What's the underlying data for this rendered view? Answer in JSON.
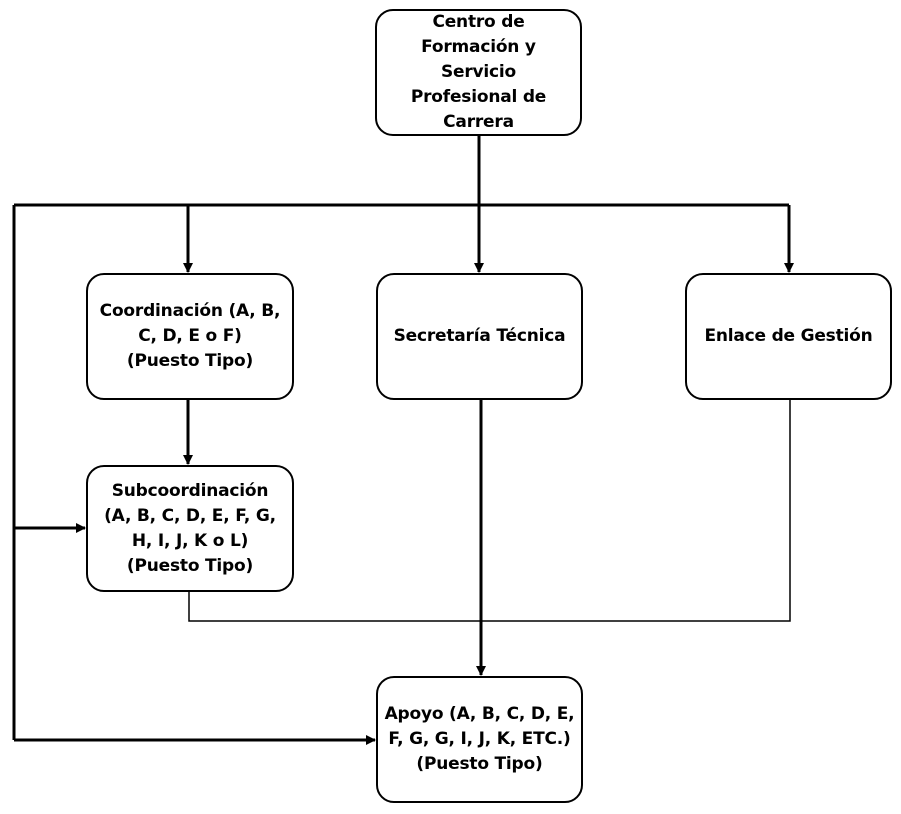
{
  "nodes": {
    "centro": {
      "lines": [
        "Centro de",
        "Formación y",
        "Servicio",
        "Profesional de",
        "Carrera"
      ]
    },
    "coordinacion": {
      "lines": [
        "Coordinación (A, B,",
        "C, D, E o F)",
        "(Puesto Tipo)"
      ]
    },
    "secretaria": {
      "lines": [
        "Secretaría Técnica"
      ]
    },
    "enlace": {
      "lines": [
        "Enlace de Gestión"
      ]
    },
    "subcoordinacion": {
      "lines": [
        "Subcoordinación",
        "(A, B, C, D, E, F, G,",
        "H, I, J, K o L)",
        "(Puesto Tipo)"
      ]
    },
    "apoyo": {
      "lines": [
        "Apoyo (A, B, C, D, E,",
        "F, G, G, I, J, K, ETC.)",
        "(Puesto Tipo)"
      ]
    }
  },
  "colors": {
    "line": "#000000",
    "node_border": "#000000",
    "background": "#ffffff"
  }
}
